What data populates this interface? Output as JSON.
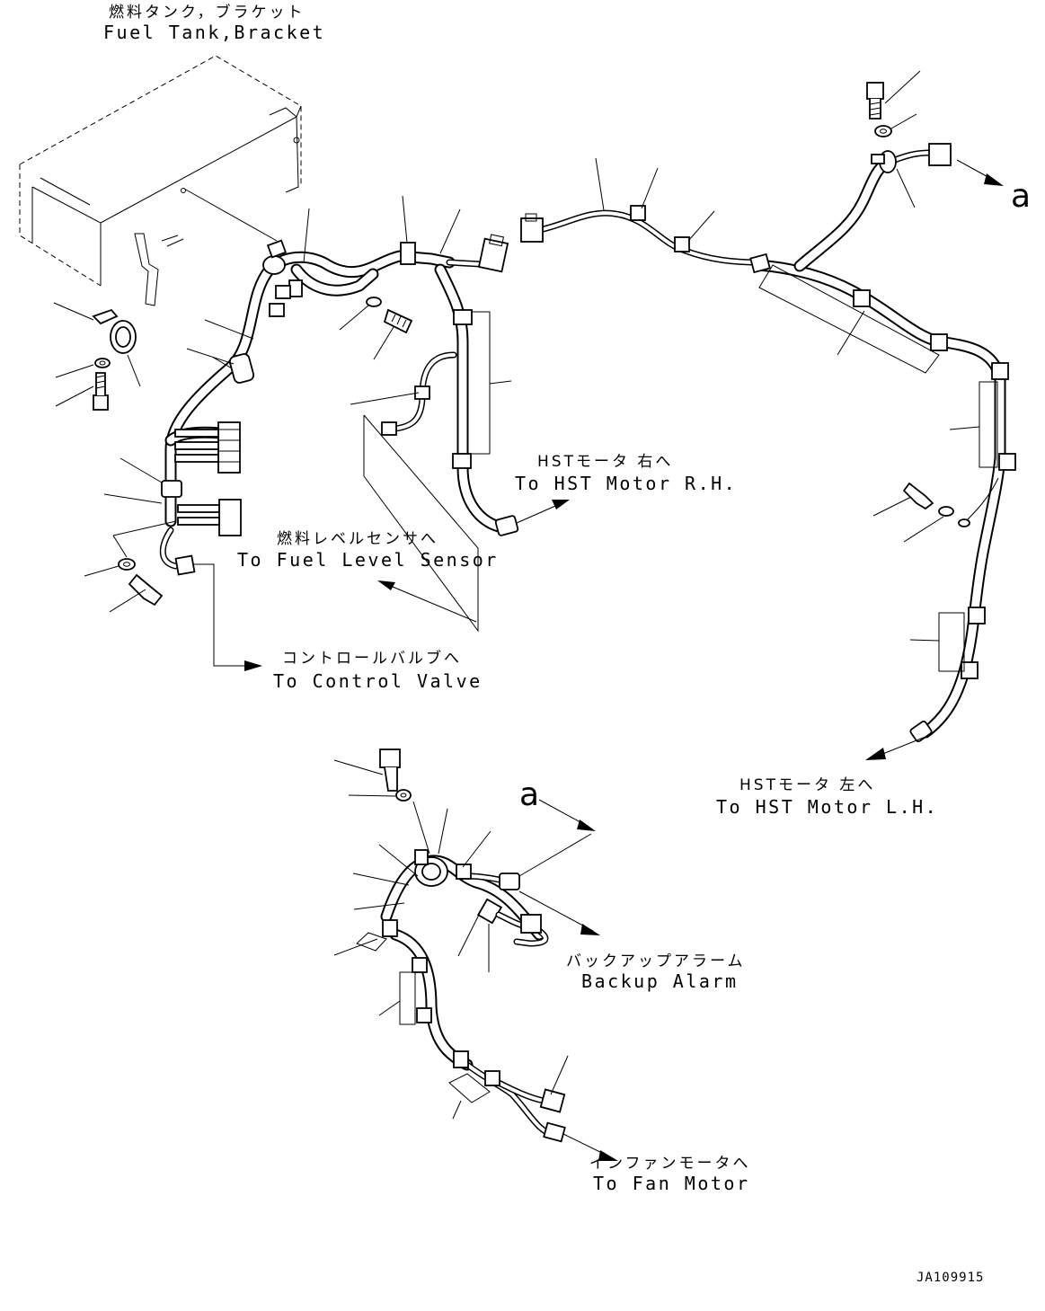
{
  "labels": {
    "fuel_tank_bracket_jp": "燃料タンク，ブラケット",
    "fuel_tank_bracket_en": "Fuel Tank,Bracket",
    "hst_motor_rh_jp": "HSTモータ 右へ",
    "hst_motor_rh_en": "To HST Motor R.H.",
    "fuel_level_sensor_jp": "燃料レベルセンサへ",
    "fuel_level_sensor_en": "To Fuel Level Sensor",
    "control_valve_jp": "コントロールバルブへ",
    "control_valve_en": "To Control Valve",
    "hst_motor_lh_jp": "HSTモータ 左へ",
    "hst_motor_lh_en": "To HST Motor L.H.",
    "backup_alarm_jp": "バックアップアラーム",
    "backup_alarm_en": "Backup Alarm",
    "fan_motor_jp": "インファンモータへ",
    "fan_motor_en": "To Fan Motor",
    "detail_ref_top": "a",
    "detail_ref_bottom": "a"
  },
  "drawing_code": "JA109915"
}
